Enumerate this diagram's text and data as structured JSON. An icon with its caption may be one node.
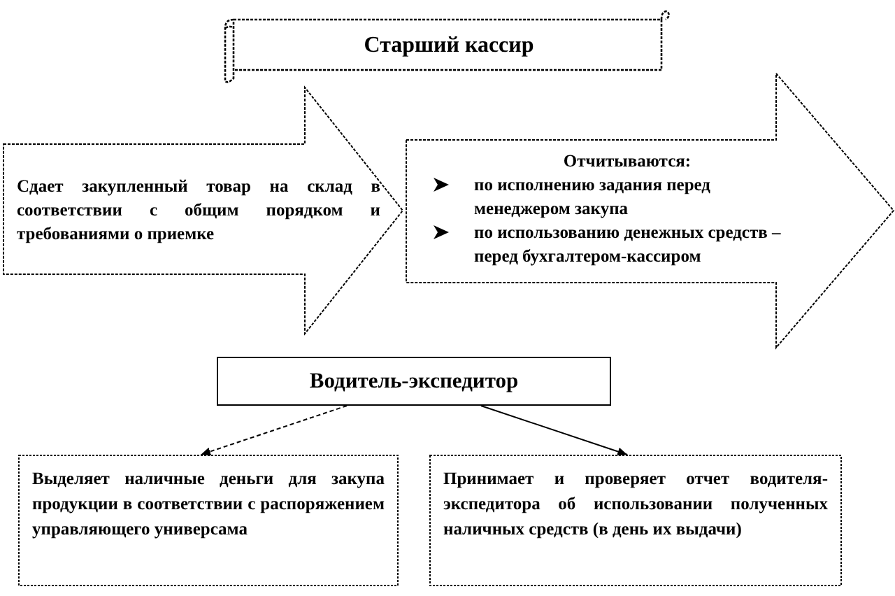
{
  "diagram": {
    "nodes": [
      {
        "text": [
          "Старший кассир"
        ]
      },
      {
        "text": [
          "Сдает закупленный товар на склад в соответствии с общим порядком и требованиями о приемке"
        ]
      },
      {
        "text": [
          "Отчитываются:",
          "по исполнению задания перед менеджером закупа",
          "по использованию денежных средств – перед бухгалтером-кассиром"
        ]
      },
      {
        "text": [
          "Водитель-экспедитор"
        ]
      },
      {
        "text": [
          "Выделяет наличные деньги для закупа продукции в соответствии с распоряжением управляющего универсама"
        ]
      },
      {
        "text": [
          "Принимает и проверяет отчет водителя-экспедитора об использовании полученных наличных средств (в день их выдачи)"
        ]
      }
    ],
    "edges": [
      {
        "from": 3,
        "to": 4,
        "arrow": "to",
        "style": "dashed"
      },
      {
        "from": 3,
        "to": 5,
        "arrow": "to"
      }
    ]
  }
}
